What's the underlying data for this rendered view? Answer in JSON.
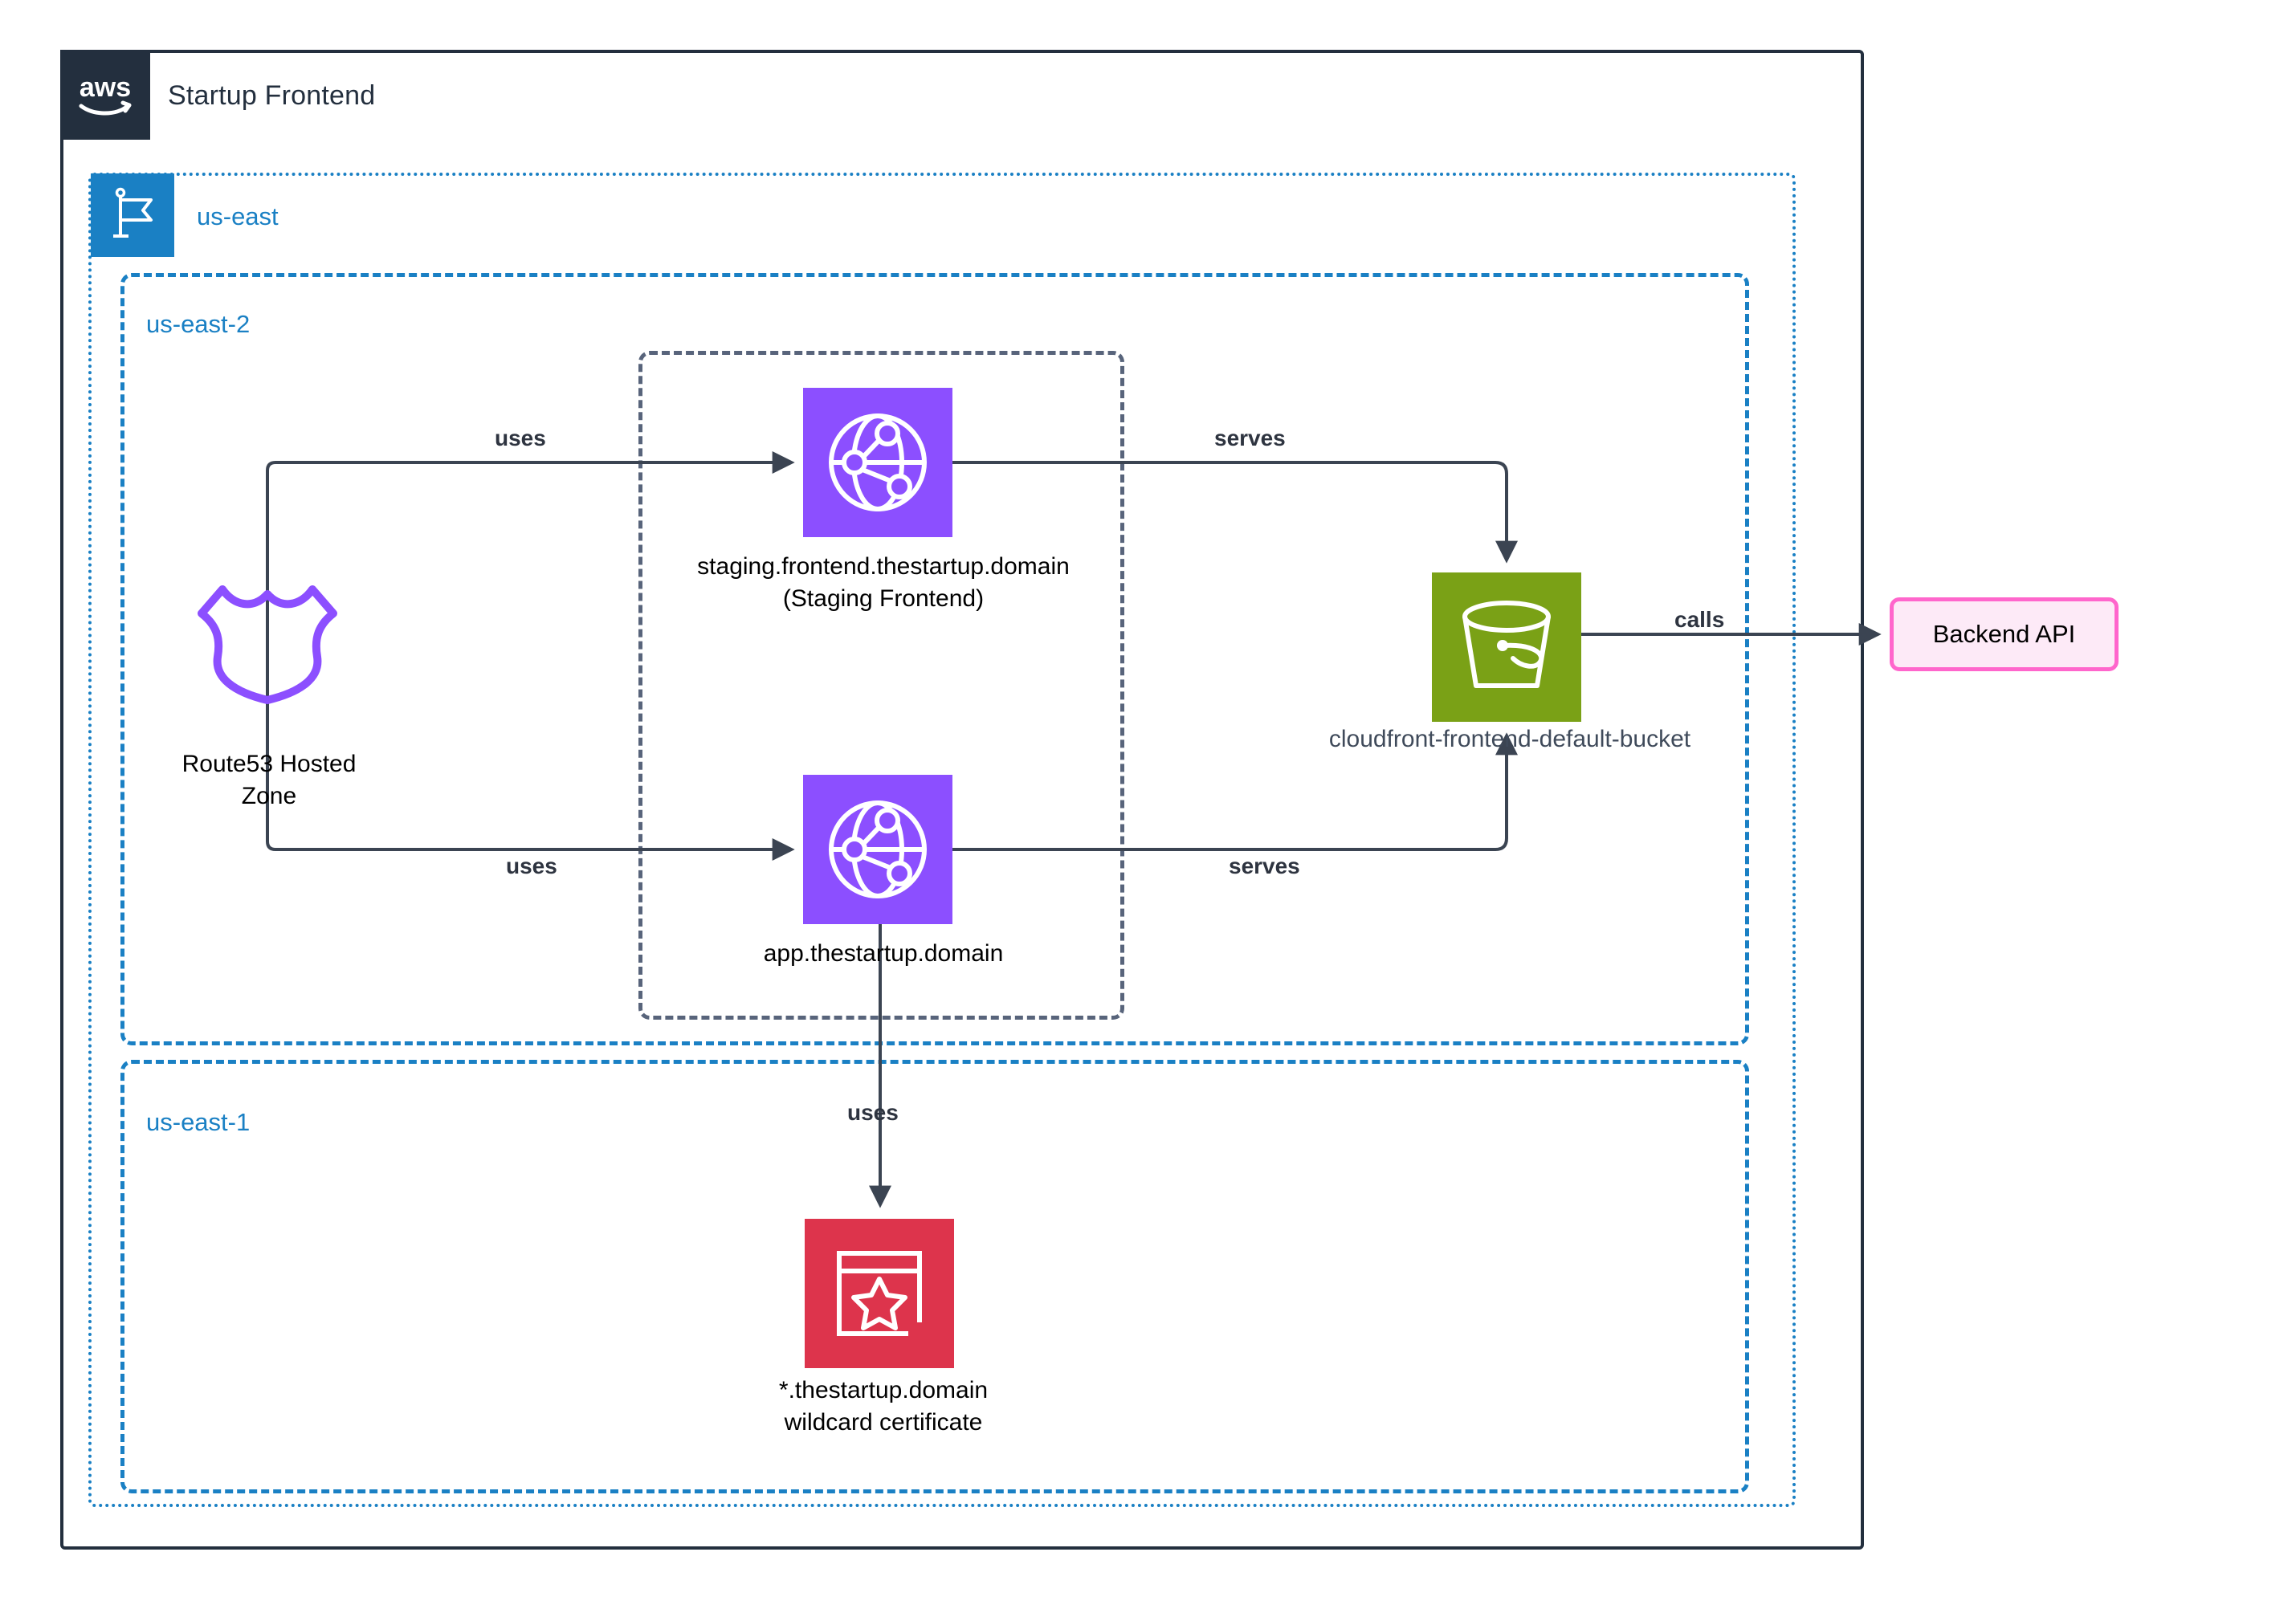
{
  "diagram": {
    "provider": "aws",
    "title": "Startup Frontend",
    "logo_icon": "aws-logo-icon"
  },
  "region_group": {
    "label": "us-east",
    "icon": "region-flag-icon",
    "border_color": "#1a80c4"
  },
  "subregions": [
    {
      "id": "us-east-2",
      "label": "us-east-2"
    },
    {
      "id": "us-east-1",
      "label": "us-east-1"
    }
  ],
  "nodes": [
    {
      "id": "route53",
      "label": "Route53 Hosted\nZone",
      "icon": "route53-shield-icon",
      "color": "#8c4fff",
      "style": "outline"
    },
    {
      "id": "cf-staging",
      "label": "staging.frontend.thestartup.domain\n(Staging Frontend)",
      "icon": "cloudfront-globe-icon",
      "color": "#8c4fff",
      "style": "tile"
    },
    {
      "id": "cf-app",
      "label": "app.thestartup.domain",
      "icon": "cloudfront-globe-icon",
      "color": "#8c4fff",
      "style": "tile"
    },
    {
      "id": "s3-bucket",
      "label": "cloudfront-frontend-default-bucket",
      "icon": "s3-bucket-icon",
      "color": "#7aa116",
      "style": "tile"
    },
    {
      "id": "acm-cert",
      "label": "*.thestartup.domain\nwildcard certificate",
      "icon": "certificate-icon",
      "color": "#dd344c",
      "style": "tile"
    },
    {
      "id": "backend-api",
      "label": "Backend API",
      "icon": "external-box-icon",
      "color": "#ff66cc",
      "fill": "#fdeaf7",
      "style": "box"
    }
  ],
  "edges": [
    {
      "id": "e1",
      "from": "route53",
      "to": "cf-staging",
      "label": "uses"
    },
    {
      "id": "e2",
      "from": "route53",
      "to": "cf-app",
      "label": "uses"
    },
    {
      "id": "e3",
      "from": "cf-staging",
      "to": "s3-bucket",
      "label": "serves"
    },
    {
      "id": "e4",
      "from": "cf-app",
      "to": "s3-bucket",
      "label": "serves"
    },
    {
      "id": "e5",
      "from": "cf-app",
      "to": "acm-cert",
      "label": "uses"
    },
    {
      "id": "e6",
      "from": "s3-bucket",
      "to": "backend-api",
      "label": "calls"
    }
  ],
  "colors": {
    "aws_navy": "#232f3e",
    "region_blue": "#1a80c4",
    "cloudfront_purple": "#8c4fff",
    "s3_green": "#7aa116",
    "acm_red": "#dd344c",
    "external_pink": "#ff66cc",
    "edge_gray": "#2e3440",
    "inner_group_gray": "#58647b"
  }
}
